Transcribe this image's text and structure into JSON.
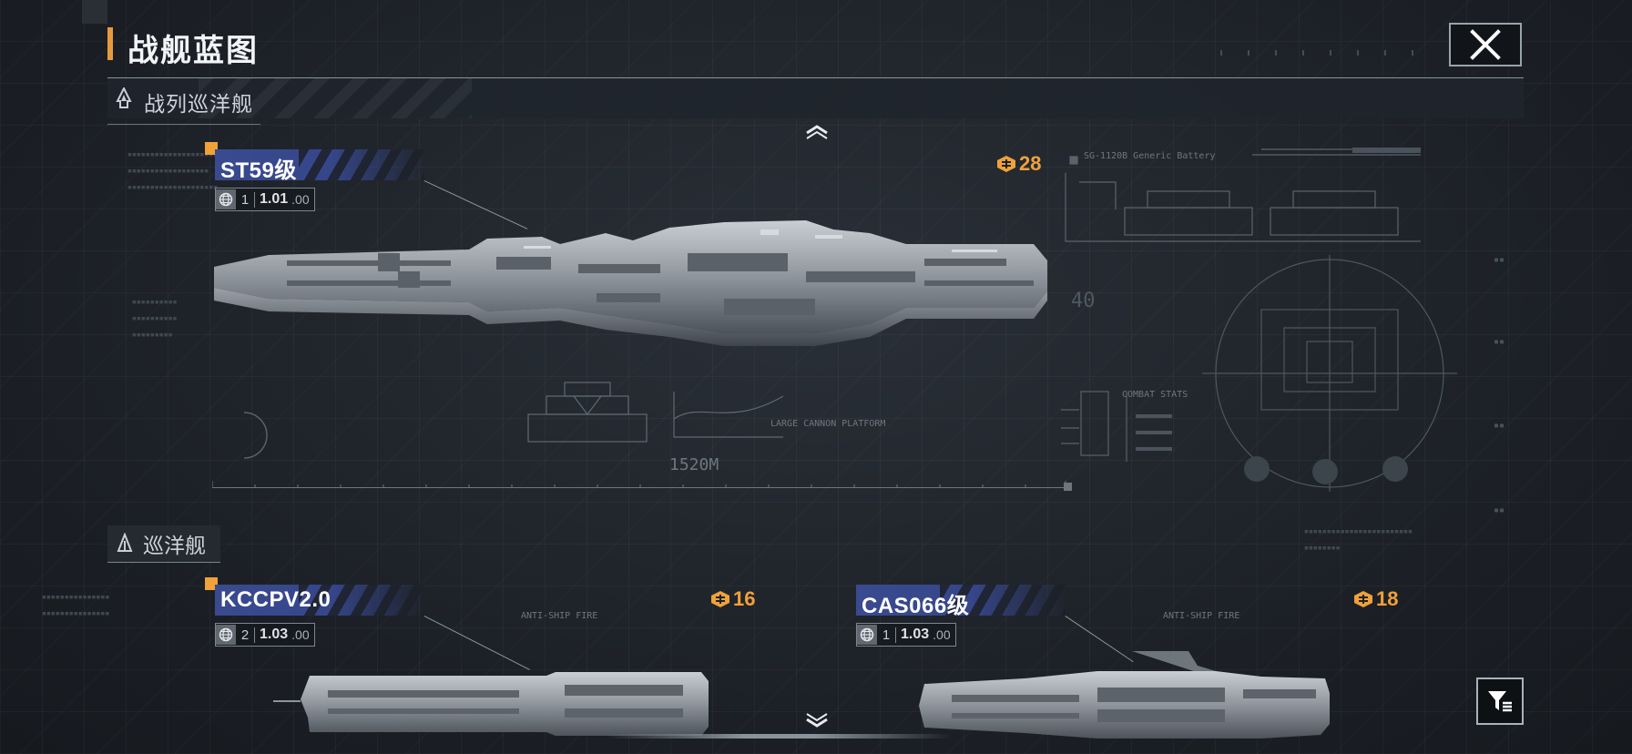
{
  "header": {
    "title": "战舰蓝图"
  },
  "categories": [
    {
      "label": "战列巡洋舰"
    },
    {
      "label": "巡洋舰"
    }
  ],
  "ships": [
    {
      "name": "ST59级",
      "count": "1",
      "version": "1.01",
      "sub": ".00",
      "cost": "28",
      "length_label": "1520M"
    },
    {
      "name": "KCCPV2.0",
      "count": "2",
      "version": "1.03",
      "sub": ".00",
      "cost": "16"
    },
    {
      "name": "CAS066级",
      "count": "1",
      "version": "1.03",
      "sub": ".00",
      "cost": "18"
    }
  ],
  "blueprint": {
    "battery_label": "SG-1120B Generic Battery",
    "platform_label": "LARGE CANNON PLATFORM",
    "combat_stats": "COMBAT STATS",
    "anti_ship_1": "ANTI-SHIP FIRE",
    "anti_ship_2": "ANTI-SHIP FIRE",
    "dial_value": "40"
  },
  "colors": {
    "accent_orange": "#f0a13a",
    "name_blue": "#3a4a8e",
    "background": "#1d2229"
  }
}
